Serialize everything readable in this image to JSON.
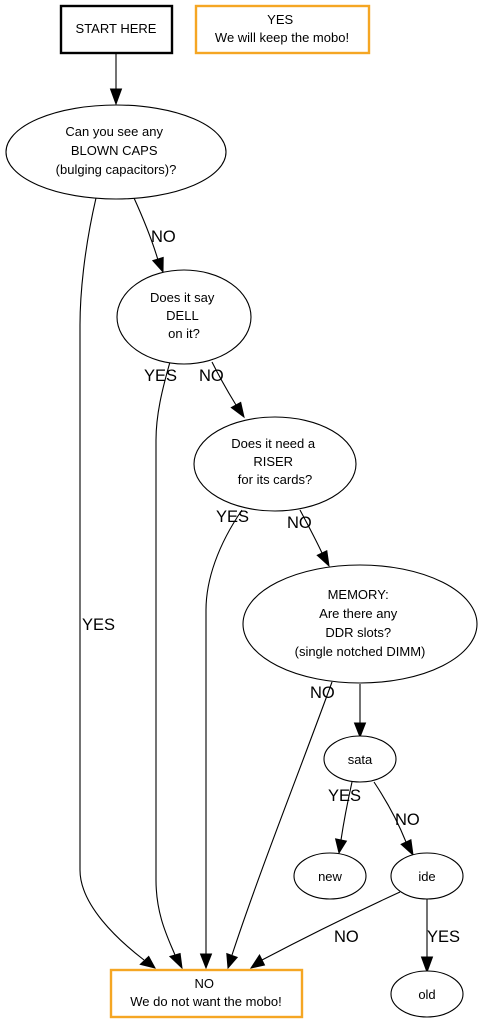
{
  "colors": {
    "result_border": "#f5a623",
    "line": "#000000",
    "background": "#ffffff"
  },
  "nodes": {
    "start": {
      "lines": [
        "START HERE"
      ]
    },
    "yes_keep": {
      "lines": [
        "YES",
        "We will keep the mobo!"
      ]
    },
    "blown_caps": {
      "lines": [
        "Can you see any",
        "BLOWN CAPS",
        "(bulging capacitors)?"
      ]
    },
    "dell": {
      "lines": [
        "Does it say",
        "DELL",
        "on it?"
      ]
    },
    "riser": {
      "lines": [
        "Does it need a",
        "RISER",
        "for its cards?"
      ]
    },
    "memory": {
      "lines": [
        "MEMORY:",
        "Are there any",
        "DDR slots?",
        "(single notched DIMM)"
      ]
    },
    "sata": {
      "lines": [
        "sata"
      ]
    },
    "new": {
      "lines": [
        "new"
      ]
    },
    "ide": {
      "lines": [
        "ide"
      ]
    },
    "old": {
      "lines": [
        "old"
      ]
    },
    "no_want": {
      "lines": [
        "NO",
        "We do not want the mobo!"
      ]
    }
  },
  "edges": {
    "start_to_caps": {
      "label": ""
    },
    "caps_no": {
      "label": "NO"
    },
    "caps_yes": {
      "label": "YES"
    },
    "dell_yes": {
      "label": "YES"
    },
    "dell_no": {
      "label": "NO"
    },
    "riser_yes": {
      "label": "YES"
    },
    "riser_no": {
      "label": "NO"
    },
    "memory_no": {
      "label": "NO"
    },
    "memory_to_sata": {
      "label": ""
    },
    "sata_yes": {
      "label": "YES"
    },
    "sata_no": {
      "label": "NO"
    },
    "ide_no": {
      "label": "NO"
    },
    "ide_yes": {
      "label": "YES"
    }
  }
}
